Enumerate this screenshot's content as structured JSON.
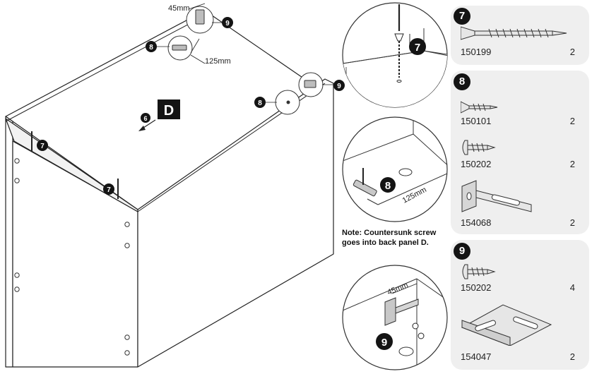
{
  "main_diagram": {
    "panel_letter": "D",
    "dimension_top": "45mm",
    "dimension_side": "125mm",
    "callouts": {
      "seven": "7",
      "eight": "8",
      "nine": "9",
      "six": "6"
    }
  },
  "detail_views": {
    "screw_badge": "7",
    "bracket_badge": "8",
    "bracket_dimension": "125mm",
    "corner_badge": "9",
    "corner_dimension": "45mm",
    "note": "Note: Countersunk screw goes into back panel D."
  },
  "parts": {
    "group7": {
      "badge": "7",
      "items": [
        {
          "code": "150199",
          "qty": "2",
          "icon": "long-countersunk-screw-icon"
        }
      ]
    },
    "group8": {
      "badge": "8",
      "items": [
        {
          "code": "150101",
          "qty": "2",
          "icon": "countersunk-screw-icon"
        },
        {
          "code": "150202",
          "qty": "2",
          "icon": "pan-head-screw-icon"
        },
        {
          "code": "154068",
          "qty": "2",
          "icon": "flat-slotted-bracket-icon"
        }
      ]
    },
    "group9": {
      "badge": "9",
      "items": [
        {
          "code": "150202",
          "qty": "4",
          "icon": "pan-head-screw-icon"
        },
        {
          "code": "154047",
          "qty": "2",
          "icon": "angle-bracket-icon"
        }
      ]
    }
  }
}
